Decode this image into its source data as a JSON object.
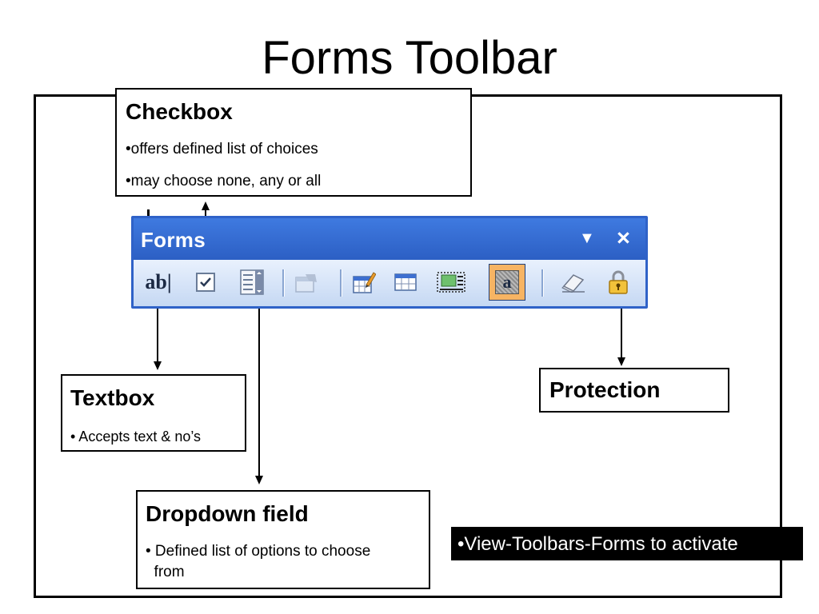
{
  "slide": {
    "title": "Forms Toolbar"
  },
  "callouts": {
    "checkbox": {
      "heading": "Checkbox",
      "bullets": [
        "•offers defined list of choices",
        "•may choose none, any or all"
      ]
    },
    "textbox": {
      "heading": "Textbox",
      "bullets": [
        "• Accepts text & no’s"
      ]
    },
    "dropdown": {
      "heading": "Dropdown field",
      "bullets": [
        "• Defined list of options to choose",
        "  from"
      ]
    },
    "protection": {
      "heading": "Protection"
    }
  },
  "toolbar": {
    "title": "Forms",
    "menu_glyph": "▼",
    "close_glyph": "×",
    "buttons": [
      {
        "name": "text-form-field",
        "icon": "text-field-icon",
        "label": "ab|"
      },
      {
        "name": "check-box-form-field",
        "icon": "checkbox-icon"
      },
      {
        "name": "drop-down-form-field",
        "icon": "dropdown-list-icon"
      },
      {
        "name": "form-field-options",
        "icon": "form-field-options-icon"
      },
      {
        "name": "draw-table",
        "icon": "draw-table-icon"
      },
      {
        "name": "insert-table",
        "icon": "insert-table-icon"
      },
      {
        "name": "insert-frame",
        "icon": "insert-frame-icon"
      },
      {
        "name": "form-field-shading",
        "icon": "form-field-shading-icon",
        "label": "a",
        "active": true
      },
      {
        "name": "reset-form-fields",
        "icon": "eraser-icon"
      },
      {
        "name": "protect-form",
        "icon": "lock-icon"
      }
    ]
  },
  "note": {
    "text": "•View-Toolbars-Forms to activate"
  },
  "colors": {
    "toolbar_title": "#3d74d6",
    "toolbar_body": "#dbe7f8",
    "active_button": "#f7b463"
  }
}
